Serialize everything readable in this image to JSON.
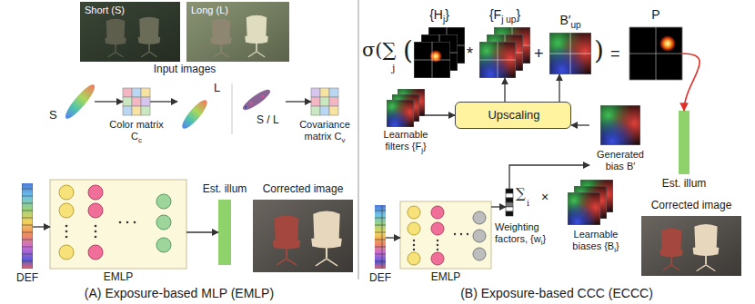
{
  "diagram": {
    "nodes": [
      {
        "text": [
          "Short (S)"
        ]
      },
      {
        "text": [
          "Long (L)"
        ]
      },
      {
        "text": [
          "S"
        ]
      },
      {
        "text": [
          "Color matrix C",
          "c"
        ]
      },
      {
        "text": [
          "L"
        ]
      },
      {
        "text": [
          "S / L"
        ]
      },
      {
        "text": [
          "Covariance matrix C",
          "v"
        ]
      },
      {
        "text": [
          "DEF"
        ]
      },
      {
        "text": [
          "EMLP"
        ]
      },
      {
        "text": [
          "Est. illum"
        ]
      },
      {
        "text": [
          "Corrected image"
        ]
      },
      {
        "text": [
          "{H",
          "j",
          "}"
        ]
      },
      {
        "text": [
          "{F",
          "j up",
          "}"
        ]
      },
      {
        "text": [
          "B′",
          "up"
        ]
      },
      {
        "text": [
          "P"
        ]
      },
      {
        "text": [
          "Learnable filters {F",
          "j",
          "}"
        ]
      },
      {
        "text": [
          "Upscaling"
        ]
      },
      {
        "text": [
          "Generated bias B′"
        ]
      },
      {
        "text": [
          "Est. illum"
        ]
      },
      {
        "text": [
          "DEF"
        ]
      },
      {
        "text": [
          "EMLP"
        ]
      },
      {
        "text": [
          "Weighting factors, {w",
          "i",
          "}"
        ]
      },
      {
        "text": [
          "Learnable biases {B",
          "i",
          "}"
        ]
      },
      {
        "text": [
          "Corrected image"
        ]
      }
    ],
    "edges": [
      {
        "from": 2,
        "to": 3,
        "arrow": "to"
      },
      {
        "from": 3,
        "to": 4,
        "arrow": "to"
      },
      {
        "from": 5,
        "to": 6,
        "arrow": "to"
      },
      {
        "from": 7,
        "to": 8,
        "arrow": "to"
      },
      {
        "from": 8,
        "to": 9,
        "arrow": "to"
      },
      {
        "from": 15,
        "to": 16,
        "arrow": "to"
      },
      {
        "from": 17,
        "to": 16,
        "arrow": "to"
      },
      {
        "from": 16,
        "to": 12,
        "arrow": "to"
      },
      {
        "from": 16,
        "to": 13,
        "arrow": "to"
      },
      {
        "from": 14,
        "to": 18,
        "arrow": "to"
      },
      {
        "from": 19,
        "to": 20,
        "arrow": "to"
      },
      {
        "from": 20,
        "to": 21,
        "arrow": "to"
      },
      {
        "from": 21,
        "to": 17,
        "arrow": "to"
      }
    ],
    "labels": [
      "Input images",
      "(A) Exposure-based MLP (EMLP)",
      "σ(∑",
      "j",
      "(",
      "*",
      "+",
      ")",
      "=",
      "∑",
      "i",
      "×",
      "(B) Exposure-based CCC (ECCC)"
    ]
  }
}
